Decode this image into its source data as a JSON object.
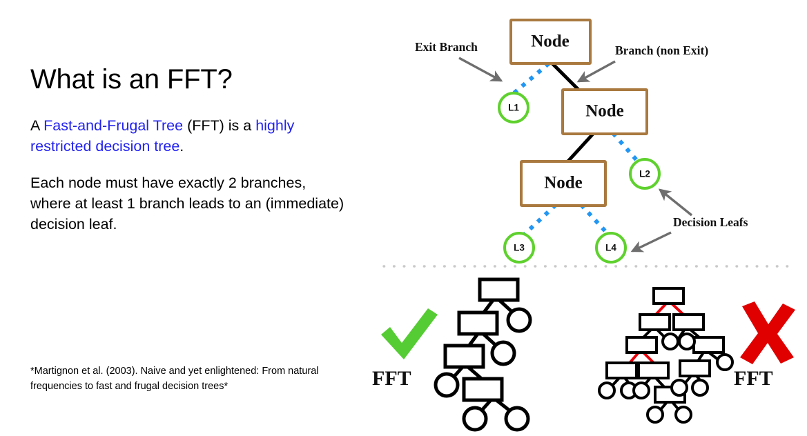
{
  "slide": {
    "title": "What is an FFT?",
    "paragraphs": [
      {
        "id": "definition",
        "runs": [
          {
            "text": "A ",
            "highlight": false
          },
          {
            "text": "Fast-and-Frugal Tree",
            "highlight": true
          },
          {
            "text": " (FFT) is a ",
            "highlight": false
          },
          {
            "text": "highly restricted decision tree",
            "highlight": true
          },
          {
            "text": ".",
            "highlight": false
          }
        ],
        "plain": "A Fast-and-Frugal Tree (FFT) is a highly restricted decision tree."
      },
      {
        "id": "rule",
        "runs": [
          {
            "text": "Each node must have exactly 2 branches, where at least 1 branch leads to an (immediate) decision leaf.",
            "highlight": false
          }
        ],
        "plain": "Each node must have exactly 2 branches, where at least 1 branch leads to an (immediate) decision leaf."
      }
    ],
    "footnote": "*Martignon et al. (2003). Naive and yet enlightened: From natural frequencies to fast and frugal decision trees*"
  },
  "colors": {
    "highlight_text": "#2222EE",
    "node_border": "#A9793F",
    "leaf_border": "#5FD12E",
    "exit_branch": "#2196F3",
    "non_exit_branch": "#000000",
    "annotation_arrow": "#6E6E6E",
    "divider": "#C9C9C9",
    "check": "#55CC33",
    "cross": "#E00000",
    "bad_tree_edge": "#E8000B",
    "background": "#FFFFFF"
  },
  "tree_diagram": {
    "nodes": [
      {
        "id": "n1",
        "label": "Node"
      },
      {
        "id": "n2",
        "label": "Node"
      },
      {
        "id": "n3",
        "label": "Node"
      }
    ],
    "leaves": [
      {
        "id": "l1",
        "label": "L1"
      },
      {
        "id": "l2",
        "label": "L2"
      },
      {
        "id": "l3",
        "label": "L3"
      },
      {
        "id": "l4",
        "label": "L4"
      }
    ],
    "annotations": [
      {
        "id": "exit-branch",
        "label": "Exit Branch"
      },
      {
        "id": "non-exit-branch",
        "label": "Branch (non Exit)"
      },
      {
        "id": "decision-leafs",
        "label": "Decision Leafs"
      }
    ]
  },
  "examples": {
    "good": {
      "mark": "check",
      "label": "FFT"
    },
    "bad": {
      "mark": "cross",
      "label": "FFT"
    }
  }
}
